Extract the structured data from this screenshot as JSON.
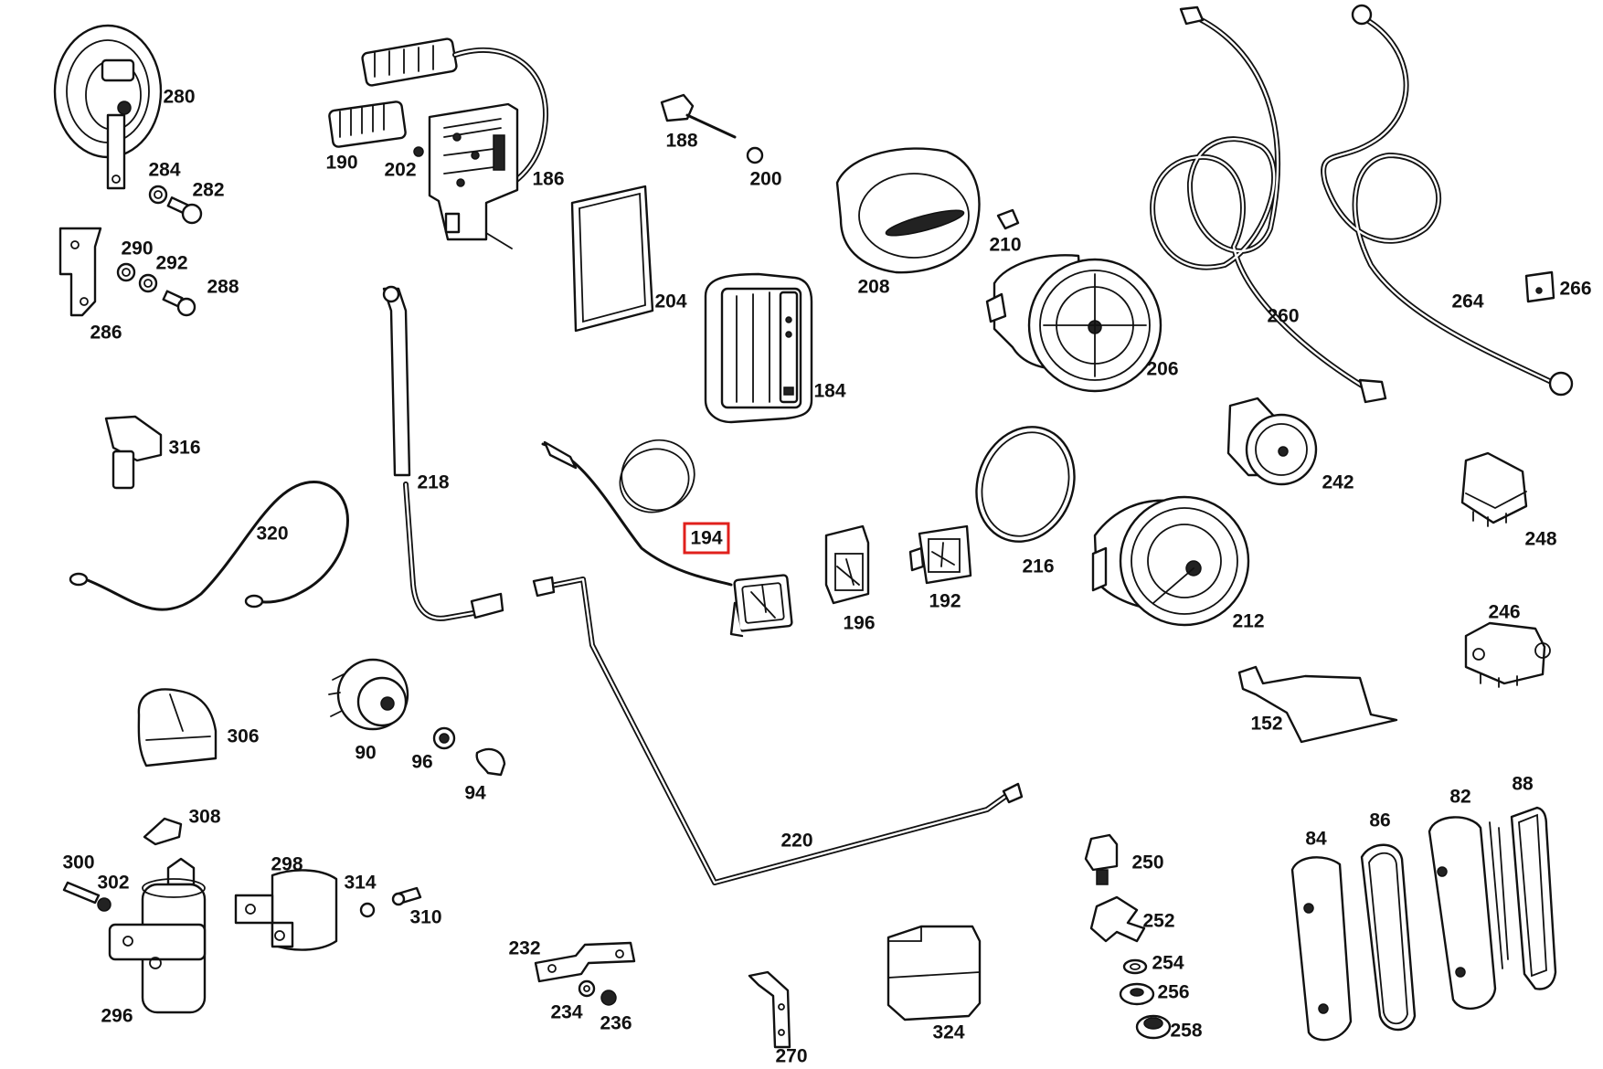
{
  "highlight": {
    "label": "194",
    "color": "#e0201c"
  },
  "callouts": [
    "280",
    "284",
    "282",
    "290",
    "292",
    "288",
    "286",
    "316",
    "320",
    "306",
    "308",
    "300",
    "302",
    "296",
    "298",
    "314",
    "310",
    "190",
    "202",
    "186",
    "218",
    "90",
    "96",
    "94",
    "232",
    "234",
    "236",
    "188",
    "200",
    "204",
    "184",
    "194",
    "196",
    "192",
    "220",
    "270",
    "324",
    "208",
    "210",
    "206",
    "216",
    "212",
    "250",
    "252",
    "254",
    "256",
    "258",
    "260",
    "264",
    "266",
    "242",
    "248",
    "246",
    "152",
    "84",
    "86",
    "82",
    "88"
  ]
}
